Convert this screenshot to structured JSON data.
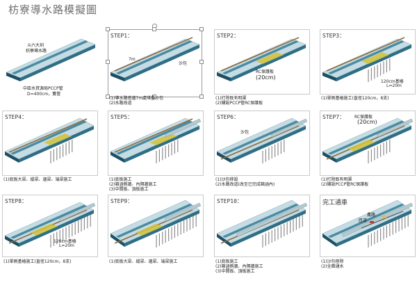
{
  "title": "枋寮導水路模擬圖",
  "colors": {
    "deck_top": "#c5dce4",
    "deck_side": "#2f6f86",
    "deck_end": "#1d4f63",
    "channel": "#4a8ba2",
    "sandbag": "#8b6a3d",
    "rc_plate": "#d3c23a",
    "pile": "#8c8c8c"
  },
  "panels": [
    {
      "label": "",
      "annotations": [
        "斗六大圳",
        "枋寮導水路",
        "中區水資源局PCCP管",
        "D=400cm，雙管"
      ],
      "captions": []
    },
    {
      "label": "STEP1：",
      "annotations": [
        "7m",
        "沙包"
      ],
      "captions": [
        "(1)導水路南邊7m處堆疊沙包",
        "(2)水路改道"
      ]
    },
    {
      "label": "STEP2：",
      "annotations": [
        "RC保護板",
        "(20cm)"
      ],
      "captions": [
        "(1)打除既有明渠",
        "(2)鋪設PCCP管RC保護板"
      ]
    },
    {
      "label": "STEP3：",
      "annotations": [
        "120cm基樁",
        "L=20m"
      ],
      "captions": [
        "(1)單側基樁施工(直徑120cm，8支)"
      ]
    },
    {
      "label": "STEP4：",
      "annotations": [],
      "captions": [
        "(1)底板大梁、縱梁、邊梁、端梁施工"
      ]
    },
    {
      "label": "STEP5：",
      "annotations": [],
      "captions": [
        "(1)底板施工",
        "(2)箱涵側牆、內隔牆施工",
        "(3)中間板、頂板施工"
      ]
    },
    {
      "label": "STEP6：",
      "annotations": [
        "沙包"
      ],
      "captions": [
        "(1)沙包移設",
        "(2)水路改道(改至已完成箱涵內)"
      ]
    },
    {
      "label": "STEP7：",
      "annotations": [
        "RC保護板",
        "(20cm)"
      ],
      "captions": [
        "(1)打除既有明渠",
        "(2)鋪設PCCP管RC保護板"
      ]
    },
    {
      "label": "STEP8：",
      "annotations": [
        "120cm基樁",
        "L=20m"
      ],
      "captions": [
        "(1)單側基樁施工(直徑120cm，8支)"
      ]
    },
    {
      "label": "STEP9：",
      "annotations": [],
      "captions": [
        "(1)底板大梁、縱梁、邊梁、端梁施工"
      ]
    },
    {
      "label": "STEP10：",
      "annotations": [],
      "captions": [
        "(1)底板施工",
        "(2)箱涵側牆、內隔牆施工",
        "(3)中間板、頂板施工"
      ]
    },
    {
      "label": "完工通車",
      "annotations": [
        "農路",
        "匝道"
      ],
      "captions": [
        "(1)沙包移除",
        "(2)全面通水"
      ]
    }
  ]
}
